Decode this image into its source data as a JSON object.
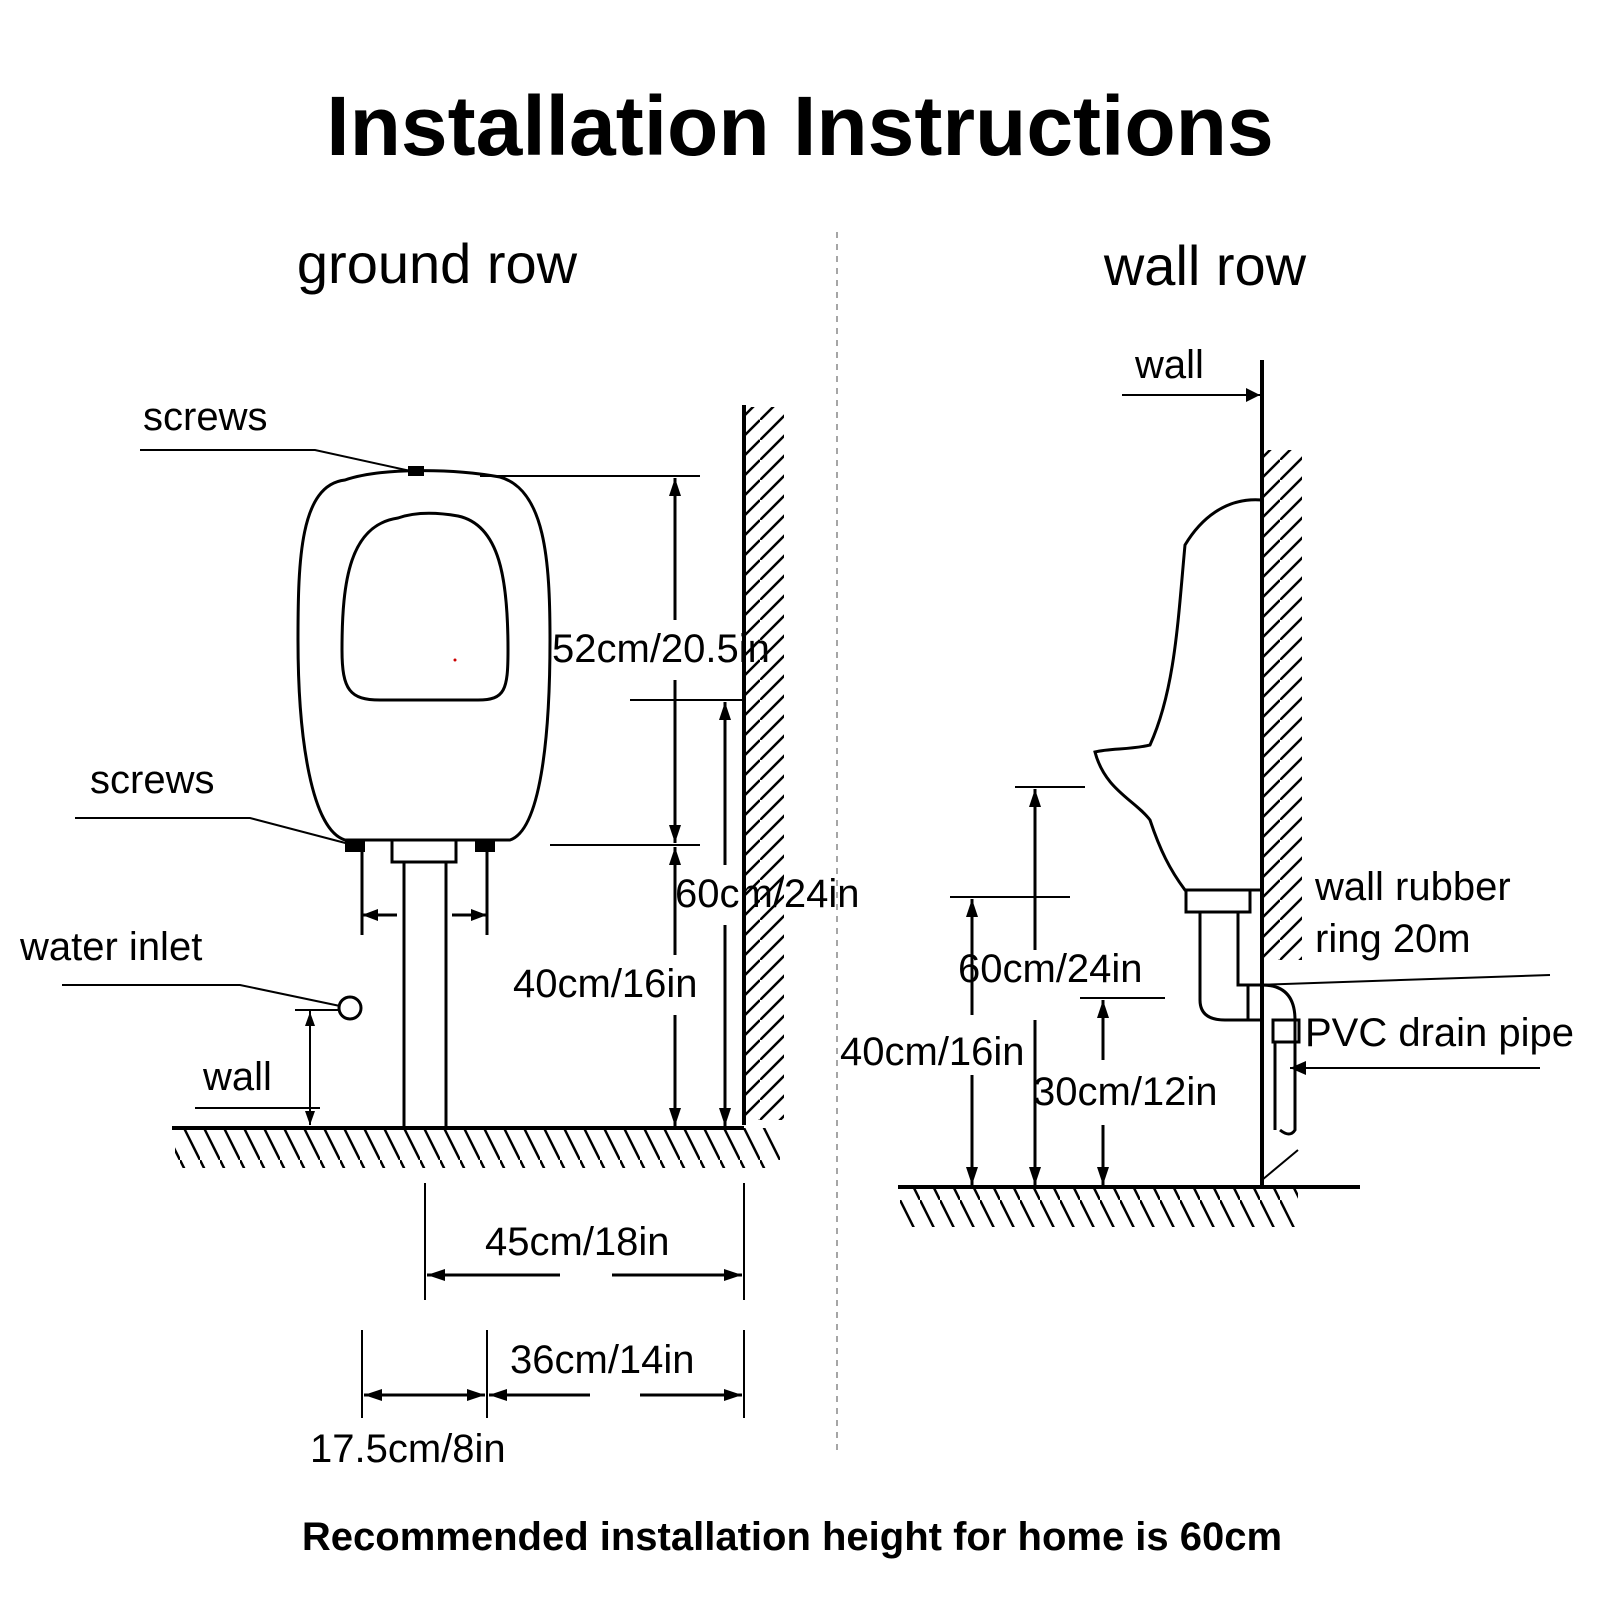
{
  "title": "Installation Instructions",
  "footer": "Recommended installation height for home is 60cm",
  "ground": {
    "heading": "ground row",
    "labels": {
      "screws_top": "screws",
      "screws_bottom": "screws",
      "water_inlet": "water inlet",
      "wall": "wall"
    },
    "dims": {
      "height_52": "52cm/20.5in",
      "height_60": "60cm/24in",
      "height_40": "40cm/16in",
      "width_45": "45cm/18in",
      "width_36": "36cm/14in",
      "width_17": "17.5cm/8in"
    }
  },
  "wall_row": {
    "heading": "wall row",
    "labels": {
      "wall": "wall",
      "rubber_line1": "wall rubber",
      "rubber_line2": "ring 20m",
      "pvc": "PVC drain pipe"
    },
    "dims": {
      "height_60": "60cm/24in",
      "height_40": "40cm/16in",
      "height_30": "30cm/12in"
    }
  }
}
